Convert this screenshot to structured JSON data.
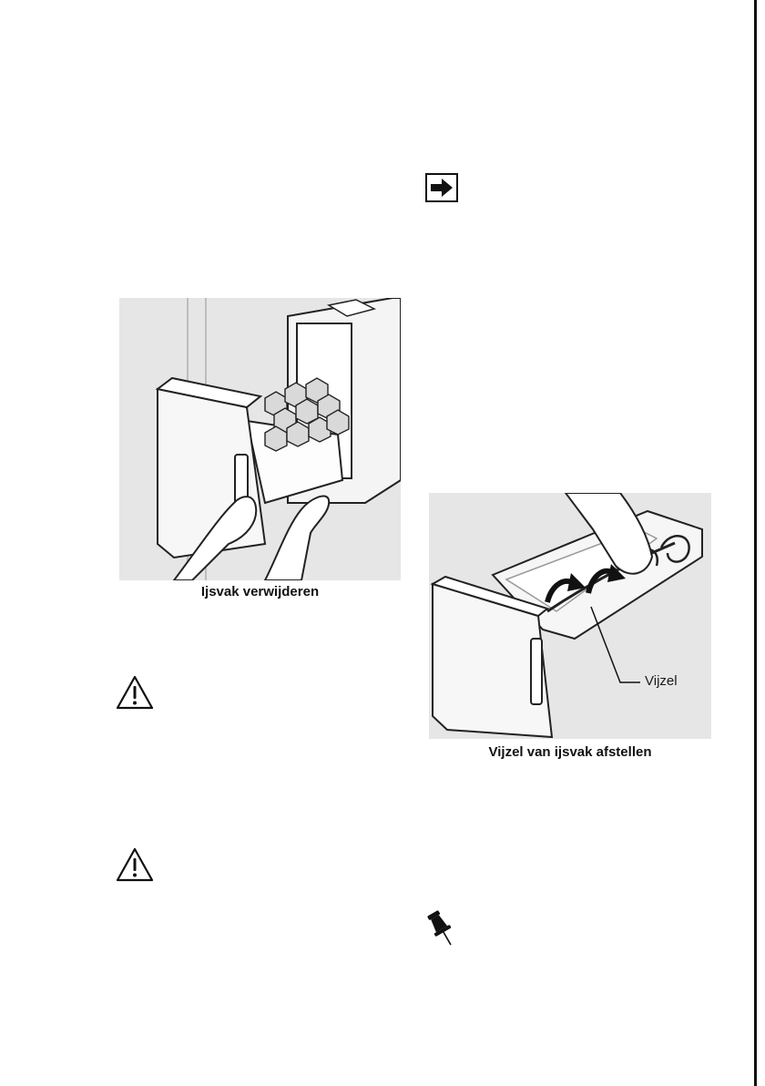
{
  "figures": {
    "left": {
      "caption": "Ijsvak verwijderen"
    },
    "right": {
      "caption": "Vijzel van ijsvak afstellen",
      "callout": "Vijzel"
    }
  },
  "icons": [
    "arrow-right-icon",
    "warning-icon",
    "warning-icon",
    "pushpin-icon"
  ]
}
